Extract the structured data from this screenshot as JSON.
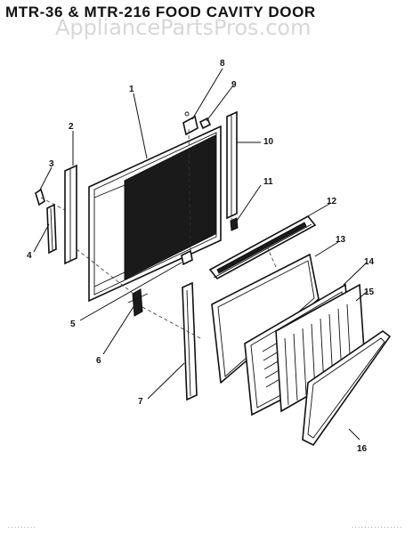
{
  "title": "MTR-36 & MTR-216 FOOD CAVITY DOOR",
  "watermark": "AppliancePartsPros.com",
  "callouts": [
    "1",
    "2",
    "3",
    "4",
    "5",
    "6",
    "7",
    "8",
    "9",
    "10",
    "11",
    "12",
    "13",
    "14",
    "15",
    "16"
  ],
  "colors": {
    "ink": "#111111",
    "watermark": "#969696",
    "background": "#ffffff"
  }
}
